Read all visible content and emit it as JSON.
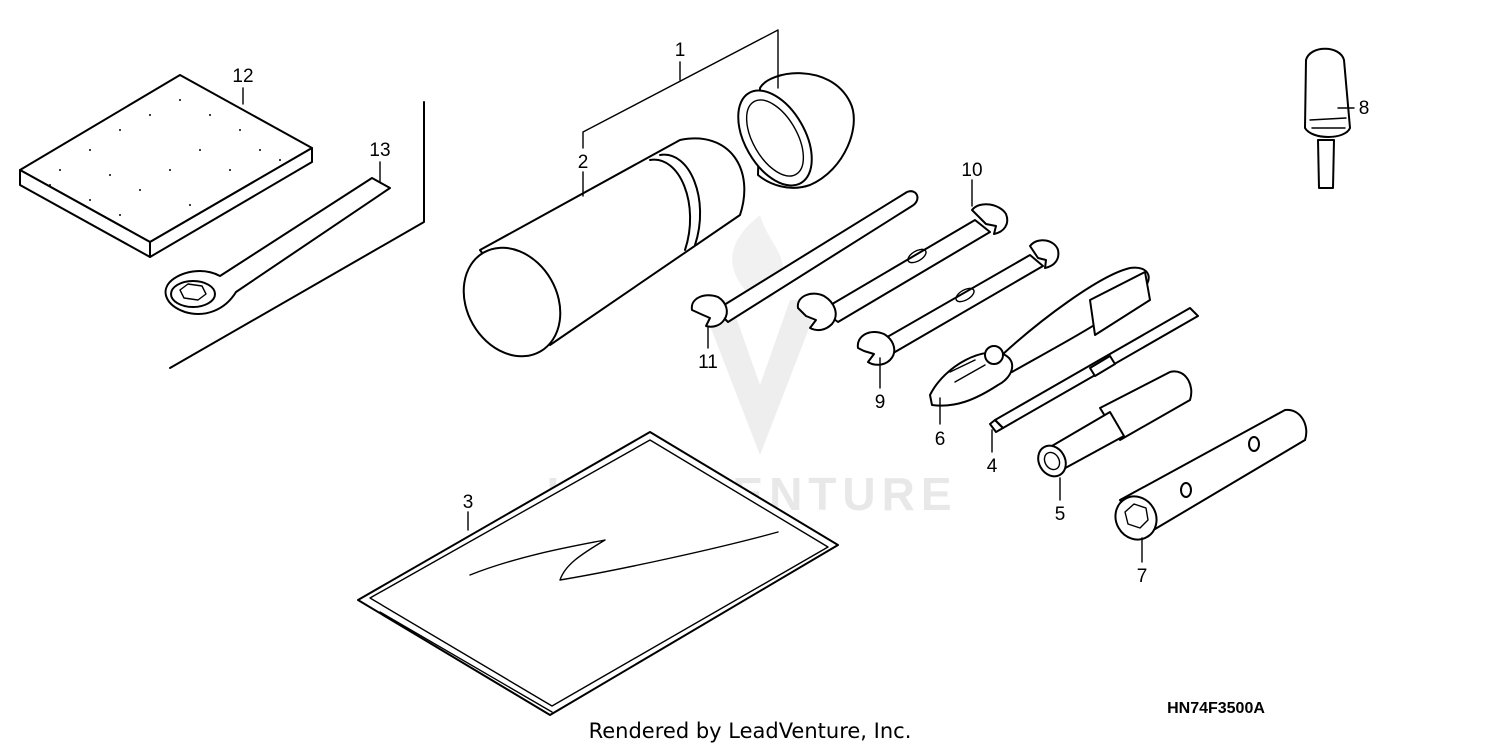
{
  "watermark": "LEADVENTURE",
  "footer": "Rendered by LeadVenture, Inc.",
  "diagram_code": "HN74F3500A",
  "callouts": [
    "1",
    "2",
    "3",
    "4",
    "5",
    "6",
    "7",
    "8",
    "9",
    "10",
    "11",
    "12",
    "13"
  ]
}
